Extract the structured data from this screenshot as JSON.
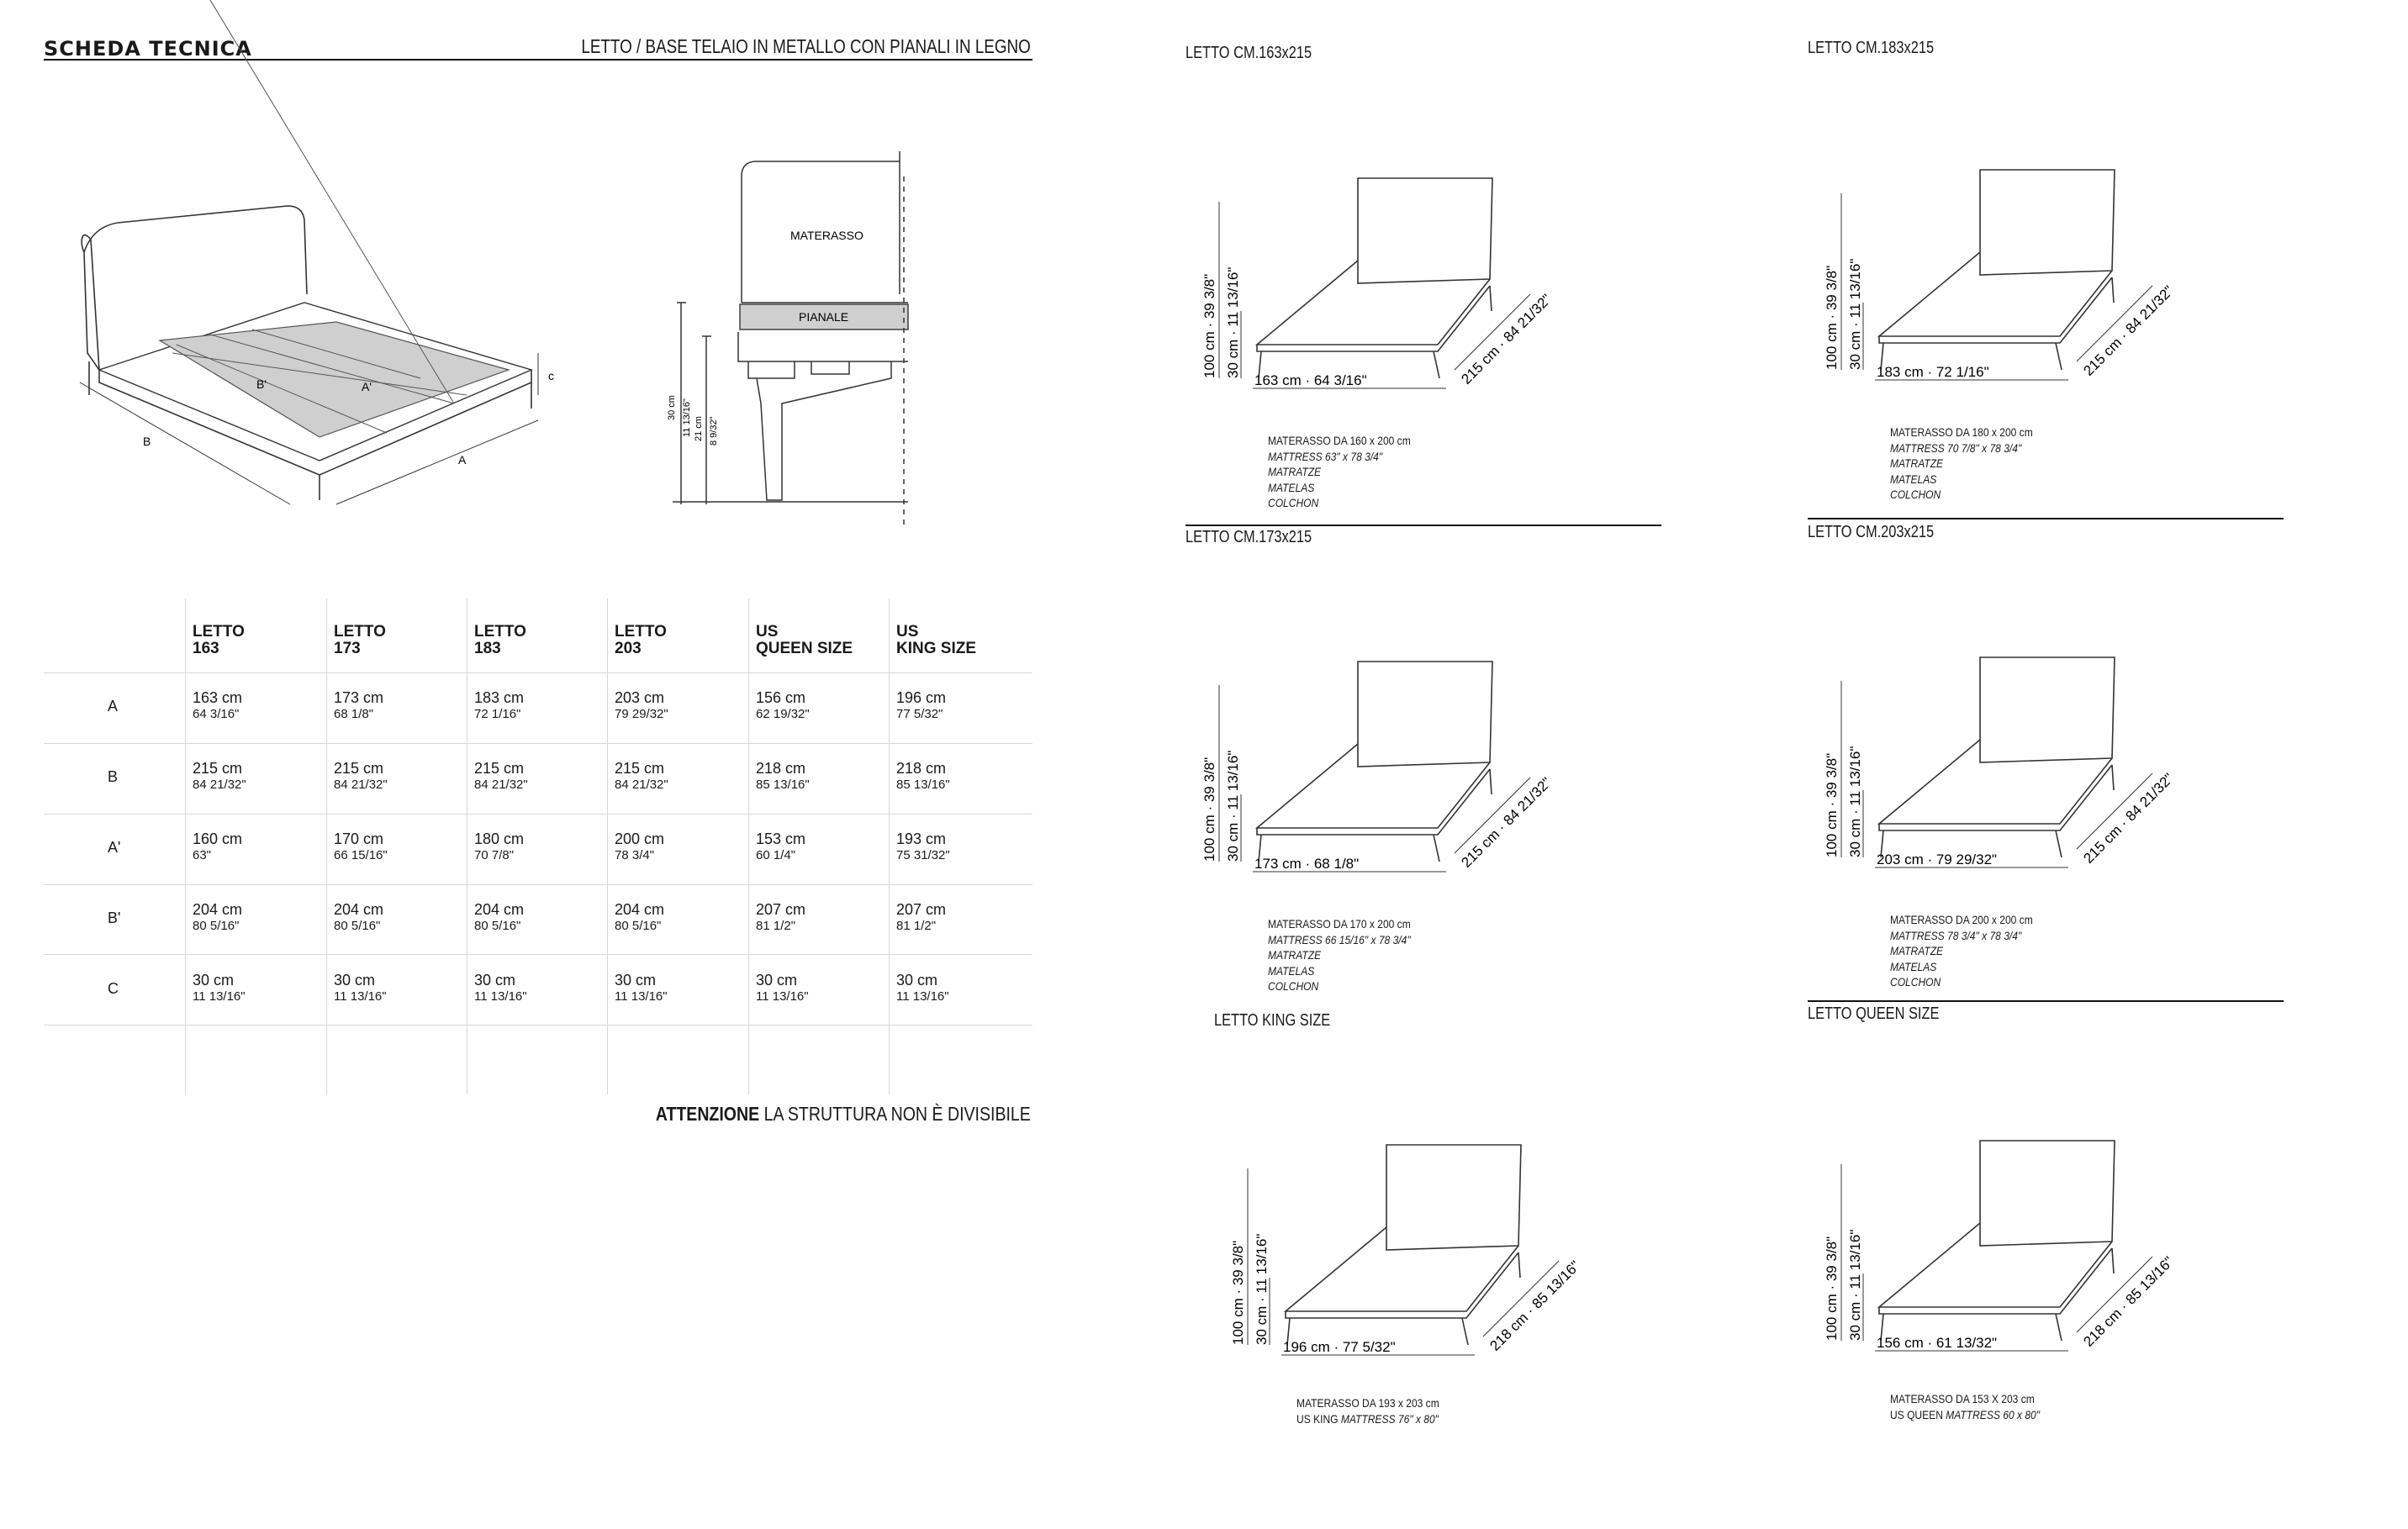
{
  "header": {
    "title": "SCHEDA TECNICA",
    "subtitle": "LETTO / BASE TELAIO IN METALLO CON PIANALI IN LEGNO"
  },
  "overview": {
    "label_b_prime": "B'",
    "label_a_prime": "A'",
    "label_b": "B",
    "label_a": "A",
    "label_c": "c"
  },
  "section": {
    "materasso": "MATERASSO",
    "pianale": "PIANALE",
    "dim_30": "30 cm",
    "dim_11": "11 13/16\"",
    "dim_21": "21 cm",
    "dim_8": "8 9/32\""
  },
  "table": {
    "headers": [
      [
        "LETTO",
        "163"
      ],
      [
        "LETTO",
        "173"
      ],
      [
        "LETTO",
        "183"
      ],
      [
        "LETTO",
        "203"
      ],
      [
        "US",
        "QUEEN SIZE"
      ],
      [
        "US",
        "KING SIZE"
      ]
    ],
    "rows": [
      {
        "label": "A",
        "cells": [
          [
            "163 cm",
            "64 3/16\""
          ],
          [
            "173 cm",
            "68 1/8\""
          ],
          [
            "183 cm",
            "72 1/16\""
          ],
          [
            "203 cm",
            "79 29/32\""
          ],
          [
            "156 cm",
            "62 19/32\""
          ],
          [
            "196 cm",
            "77 5/32\""
          ]
        ]
      },
      {
        "label": "B",
        "cells": [
          [
            "215 cm",
            "84 21/32\""
          ],
          [
            "215 cm",
            "84 21/32\""
          ],
          [
            "215 cm",
            "84 21/32\""
          ],
          [
            "215 cm",
            "84 21/32\""
          ],
          [
            "218 cm",
            "85 13/16\""
          ],
          [
            "218 cm",
            "85 13/16\""
          ]
        ]
      },
      {
        "label": "A'",
        "cells": [
          [
            "160 cm",
            "63\""
          ],
          [
            "170 cm",
            "66 15/16\""
          ],
          [
            "180 cm",
            "70 7/8\""
          ],
          [
            "200 cm",
            "78 3/4\""
          ],
          [
            "153 cm",
            "60 1/4\""
          ],
          [
            "193 cm",
            "75 31/32\""
          ]
        ]
      },
      {
        "label": "B'",
        "cells": [
          [
            "204 cm",
            "80 5/16\""
          ],
          [
            "204 cm",
            "80 5/16\""
          ],
          [
            "204 cm",
            "80 5/16\""
          ],
          [
            "204 cm",
            "80 5/16\""
          ],
          [
            "207 cm",
            "81 1/2\""
          ],
          [
            "207 cm",
            "81 1/2\""
          ]
        ]
      },
      {
        "label": "C",
        "cells": [
          [
            "30 cm",
            "11 13/16\""
          ],
          [
            "30 cm",
            "11 13/16\""
          ],
          [
            "30 cm",
            "11 13/16\""
          ],
          [
            "30 cm",
            "11 13/16\""
          ],
          [
            "30 cm",
            "11 13/16\""
          ],
          [
            "30 cm",
            "11 13/16\""
          ]
        ]
      }
    ]
  },
  "attention": {
    "bold": "ATTENZIONE",
    "rest": "LA STRUTTURA NON È DIVISIBILE"
  },
  "beds": [
    {
      "title": "LETTO CM.163x215",
      "width": "163 cm · 64 3/16\"",
      "length": "215 cm · 84 21/32\"",
      "height": "100 cm · 39 3/8\"",
      "base": "30 cm · 11 13/16\"",
      "spec": [
        "MATERASSO DA 160 x 200 cm",
        "MATTRESS  63\" x 78 3/4\"",
        "MATRATZE",
        "MATELAS",
        "COLCHON"
      ]
    },
    {
      "title": "LETTO CM.183x215",
      "width": "183 cm · 72 1/16\"",
      "length": "215 cm · 84 21/32\"",
      "height": "100 cm · 39 3/8\"",
      "base": "30 cm · 11 13/16\"",
      "spec": [
        "MATERASSO DA 180 x 200 cm",
        "MATTRESS  70 7/8\" x 78 3/4\"",
        "MATRATZE",
        "MATELAS",
        "COLCHON"
      ]
    },
    {
      "title": "LETTO CM.173x215",
      "width": "173 cm · 68 1/8\"",
      "length": "215 cm · 84 21/32\"",
      "height": "100 cm · 39 3/8\"",
      "base": "30 cm · 11 13/16\"",
      "spec": [
        "MATERASSO DA 170 x 200 cm",
        "MATTRESS  66 15/16\" x 78 3/4\"",
        "MATRATZE",
        "MATELAS",
        "COLCHON"
      ]
    },
    {
      "title": "LETTO CM.203x215",
      "width": "203 cm · 79 29/32\"",
      "length": "215 cm · 84 21/32\"",
      "height": "100 cm · 39 3/8\"",
      "base": "30 cm · 11 13/16\"",
      "spec": [
        "MATERASSO DA 200 x 200 cm",
        "MATTRESS  78 3/4\" x 78 3/4\"",
        "MATRATZE",
        "MATELAS",
        "COLCHON"
      ]
    },
    {
      "title": "LETTO KING SIZE",
      "width": "196 cm · 77 5/32\"",
      "length": "218 cm · 85 13/16\"",
      "height": "100 cm · 39 3/8\"",
      "base": "30 cm · 11 13/16\"",
      "spec": [
        "MATERASSO DA 193 x 203 cm",
        "US KING MATTRESS 76\" x 80\""
      ]
    },
    {
      "title": "LETTO QUEEN SIZE",
      "width": "156 cm · 61 13/32\"",
      "length": "218 cm · 85 13/16\"",
      "height": "100 cm · 39 3/8\"",
      "base": "30 cm · 11 13/16\"",
      "spec": [
        "MATERASSO DA 153 X 203 cm",
        "US QUEEN MATTRESS  60 x 80\""
      ]
    }
  ]
}
